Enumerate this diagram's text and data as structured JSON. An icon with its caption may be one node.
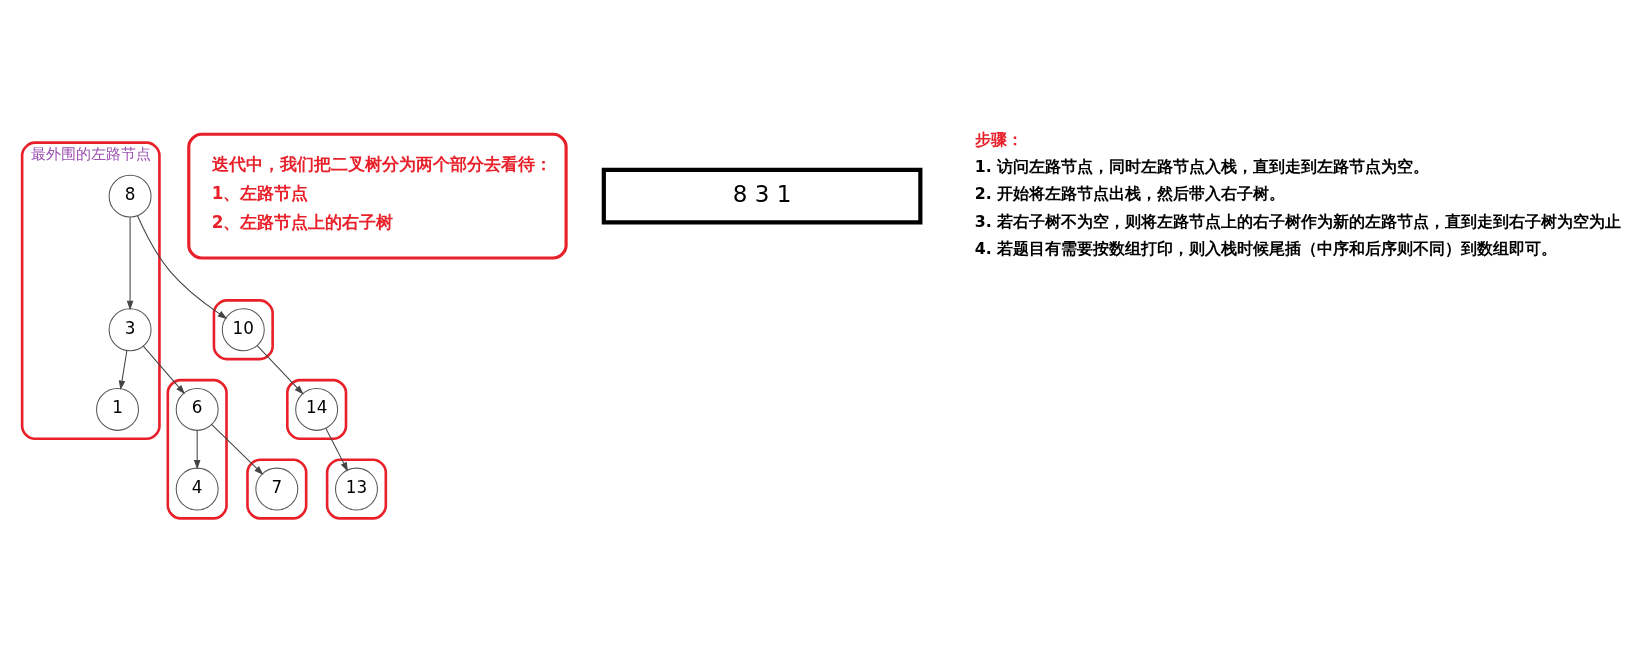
{
  "diagram": {
    "nodes": [
      {
        "text": [
          "最外围的左路节点"
        ]
      },
      {
        "text": [
          "8"
        ],
        "in": 0
      },
      {
        "text": [
          "3"
        ],
        "in": 0
      },
      {
        "text": [
          "1"
        ],
        "in": 0
      },
      {
        "text": [],
        "shape": "ellipse"
      },
      {
        "text": [
          "10"
        ],
        "in": 4
      },
      {
        "text": [],
        "shape": "ellipse"
      },
      {
        "text": [
          "6"
        ],
        "in": 6
      },
      {
        "text": [
          "4"
        ],
        "in": 6
      },
      {
        "text": [],
        "shape": "ellipse"
      },
      {
        "text": [
          "7"
        ],
        "in": 9
      },
      {
        "text": [],
        "shape": "ellipse"
      },
      {
        "text": [
          "14"
        ],
        "in": 11
      },
      {
        "text": [],
        "shape": "ellipse"
      },
      {
        "text": [
          "13"
        ],
        "in": 13
      },
      {
        "text": [
          "迭代中，我们把二叉树分为两个部分去看待：",
          "1、左路节点",
          "2、左路节点上的右子树"
        ]
      },
      {
        "text": [
          "8 3 1"
        ]
      }
    ],
    "edges": [
      {
        "from": 1,
        "to": 2,
        "arrow": "to"
      },
      {
        "from": 1,
        "to": 5,
        "arrow": "to"
      },
      {
        "from": 2,
        "to": 3,
        "arrow": "to"
      },
      {
        "from": 2,
        "to": 7,
        "arrow": "to"
      },
      {
        "from": 5,
        "to": 12,
        "arrow": "to"
      },
      {
        "from": 7,
        "to": 8,
        "arrow": "to"
      },
      {
        "from": 7,
        "to": 10,
        "arrow": "to"
      },
      {
        "from": 12,
        "to": 14,
        "arrow": "to"
      }
    ],
    "labels": [
      "步骤：",
      "1. 访问左路节点，同时左路节点入栈，直到走到左路节点为空。",
      "2. 开始将左路节点出栈，然后带入右子树。",
      "3. 若右子树不为空，则将左路节点上的右子树作为新的左路节点，直到走到右子树为空为止",
      "4. 若题目有需要按数组打印，则入栈时候尾插（中序和后序则不同）到数组即可。"
    ]
  }
}
